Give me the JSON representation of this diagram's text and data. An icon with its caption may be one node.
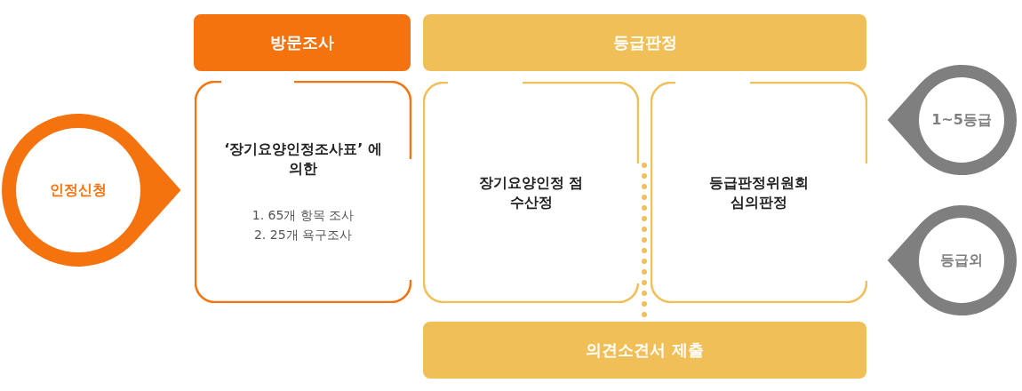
{
  "diagram": {
    "nodes": [
      {
        "text": [
          "인정신청"
        ]
      },
      {
        "text": [
          "방문조사"
        ]
      },
      {
        "text": [
          "등급판정"
        ]
      },
      {
        "text": [
          "‘장기요양인정조사표’ 에 의한",
          "1. 65개 항목 조사",
          "2. 25개 욕구조사"
        ]
      },
      {
        "text": [
          "장기요양인정 점수산정"
        ]
      },
      {
        "text": [
          "등급판정위원회 심의판정"
        ]
      },
      {
        "text": [
          "의견소견서 제출"
        ]
      },
      {
        "text": [
          "1~5등급"
        ]
      },
      {
        "text": [
          "등급외"
        ]
      }
    ],
    "edges": [
      {
        "from": 4,
        "to": 6,
        "arrow": "none",
        "style": "dashed"
      }
    ]
  }
}
